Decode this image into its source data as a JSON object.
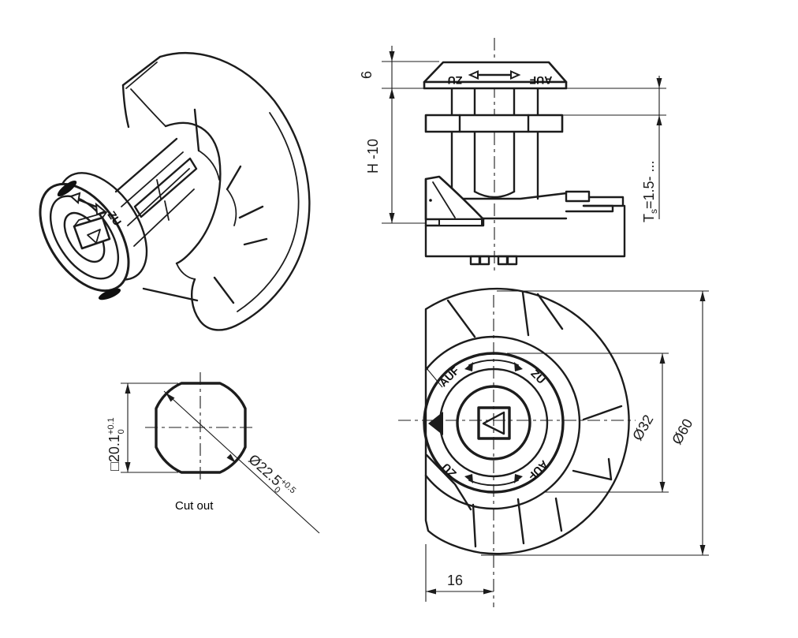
{
  "colors": {
    "line": "#1c1c1c",
    "background": "#ffffff"
  },
  "iso_view": {
    "knob_label": "ZU"
  },
  "side_view": {
    "head_label_left": "ZU",
    "head_label_right": "AUF",
    "dim_head_height": "6",
    "dim_grip_length": "H -10",
    "dim_panel_thickness": {
      "t": "T",
      "sub": "s",
      "rest": "=1.5- ..."
    }
  },
  "front_view": {
    "label_top_left": "AUF",
    "label_top_right": "ZU",
    "label_bottom_left": "ZU",
    "label_bottom_right": "AUF",
    "dim_knob_diameter": "Ø32",
    "dim_flange_diameter": "Ø60",
    "dim_flat_offset": "16"
  },
  "cutout_view": {
    "caption": "Cut out",
    "dim_square": {
      "main": "□20.1",
      "tol_top": "+0.1",
      "tol_bottom": "0"
    },
    "dim_corner_circle": {
      "main": "Ø22.5",
      "tol_top": "+0.5",
      "tol_bottom": "0"
    }
  }
}
